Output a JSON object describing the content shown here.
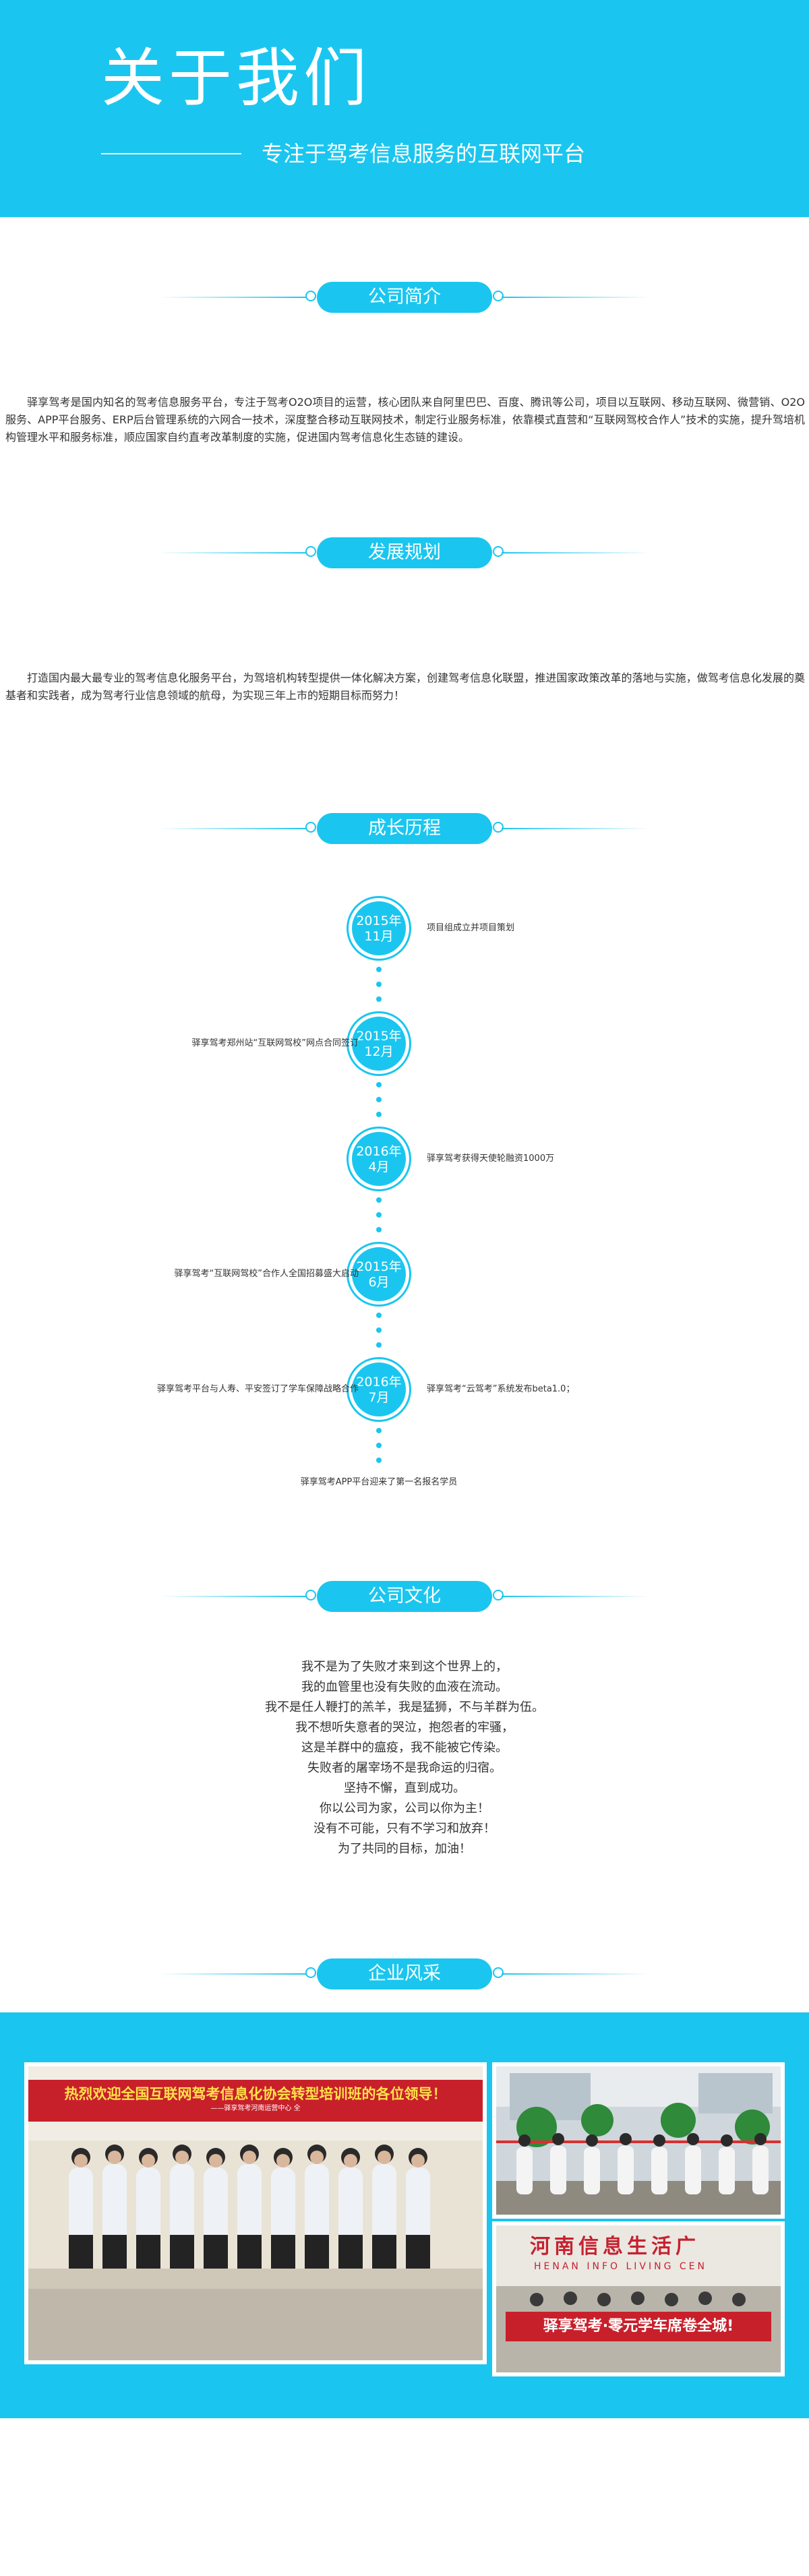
{
  "hero": {
    "title": "关于我们",
    "subtitle": "专注于驾考信息服务的互联网平台"
  },
  "colors": {
    "accent": "#1ac6ef",
    "text": "#333333",
    "background": "#ffffff"
  },
  "sections": {
    "intro": {
      "title": "公司简介",
      "text": "驿享驾考是国内知名的驾考信息服务平台，专注于驾考O2O项目的运营，核心团队来自阿里巴巴、百度、腾讯等公司，项目以互联网、移动互联网、微营销、O2O服务、APP平台服务、ERP后台管理系统的六网合一技术，深度整合移动互联网技术，制定行业服务标准，依靠模式直营和“互联网驾校合作人”技术的实施，提升驾培机构管理水平和服务标准，顺应国家自约直考改革制度的实施，促进国内驾考信息化生态链的建设。"
    },
    "plan": {
      "title": "发展规划",
      "text": "打造国内最大最专业的驾考信息化服务平台，为驾培机构转型提供一体化解决方案，创建驾考信息化联盟，推进国家政策改革的落地与实施，做驾考信息化发展的奠基者和实践者，成为驾考行业信息领域的航母，为实现三年上市的短期目标而努力！"
    },
    "history": {
      "title": "成长历程",
      "events": [
        {
          "year": "2015年",
          "month": "11月",
          "text": "项目组成立并项目策划"
        },
        {
          "year": "2015年",
          "month": "12月",
          "text": "驿享驾考郑州站“互联网驾校”网点合同签订"
        },
        {
          "year": "2016年",
          "month": "4月",
          "text": "驿享驾考获得天使轮融资1000万"
        },
        {
          "year": "2015年",
          "month": "6月",
          "text": "驿享驾考“互联网驾校”合作人全国招募盛大启动"
        },
        {
          "year": "2016年",
          "month": "7月",
          "text_left": "驿享驾考平台与人寿、平安签订了学车保障战略合作",
          "text_right": "驿享驾考“云驾考”系统发布beta1.0；"
        }
      ],
      "final_text": "驿享驾考APP平台迎来了第一名报名学员"
    },
    "culture": {
      "title": "公司文化",
      "lines": [
        "我不是为了失败才来到这个世界上的，",
        "我的血管里也没有失败的血液在流动。",
        "我不是任人鞭打的羔羊，我是猛狮，不与羊群为伍。",
        "我不想听失意者的哭泣，抱怨者的牢骚，",
        "这是羊群中的瘟疫，我不能被它传染。",
        "失败者的屠宰场不是我命运的归宿。",
        "坚持不懈，直到成功。",
        "你以公司为家，公司以你为主！",
        "没有不可能，只有不学习和放弃！",
        "为了共同的目标，加油！"
      ]
    },
    "style": {
      "title": "企业风采",
      "photo1_banner": "热烈欢迎全国互联网驾考信息化协会转型培训班的各位领导！",
      "photo1_sub": "——驿享驾考河南运营中心 全",
      "photo3_sign": "河南信息生活广",
      "photo3_sign_en": "HENAN INFO LIVING CEN",
      "photo3_banner": "驿享驾考·零元学车席卷全城!"
    }
  }
}
